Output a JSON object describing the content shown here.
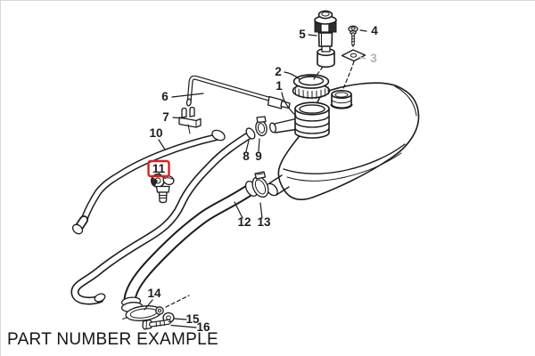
{
  "colors": {
    "line": "#1c1c1c",
    "muted-label": "#b2b2b2",
    "highlight": "#dd1f1f",
    "caption": "#161616",
    "hairline": "#d8d8d8",
    "background": "#ffffff"
  },
  "caption": {
    "text": "PART NUMBER EXAMPLE"
  },
  "diagram": {
    "kind": "exploded-parts-diagram",
    "subject": "coolant expansion tank assembly with cap, level switch, vent pipe, hoses and clamps",
    "highlighted_callout": "11",
    "muted_callout": "3",
    "callouts": [
      {
        "number": "1"
      },
      {
        "number": "2"
      },
      {
        "number": "3",
        "muted": true
      },
      {
        "number": "4"
      },
      {
        "number": "5"
      },
      {
        "number": "6"
      },
      {
        "number": "7"
      },
      {
        "number": "8"
      },
      {
        "number": "9"
      },
      {
        "number": "10"
      },
      {
        "number": "11",
        "highlighted": true
      },
      {
        "number": "12"
      },
      {
        "number": "13"
      },
      {
        "number": "14"
      },
      {
        "number": "15"
      },
      {
        "number": "16"
      }
    ]
  }
}
